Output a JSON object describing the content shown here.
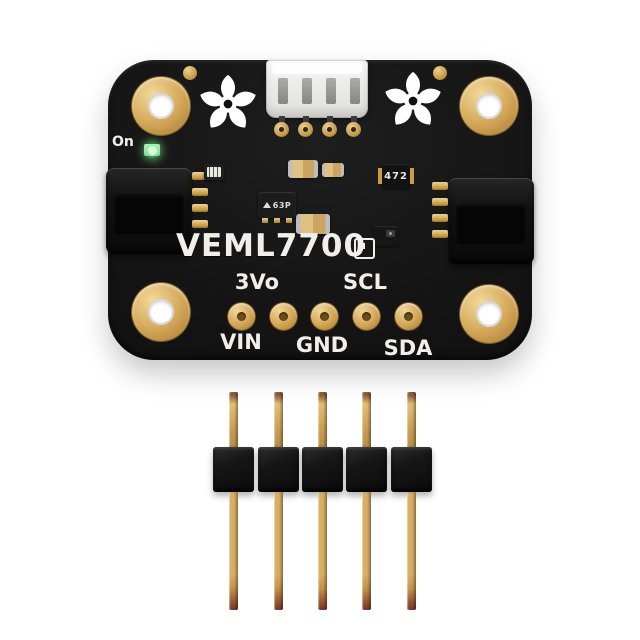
{
  "scene": {
    "description": "Photo of a VEML7700 sensor breakout board with a 5-pin male header strip below"
  },
  "board": {
    "title": "VEML7700",
    "on_label": "On",
    "pin_labels_top": [
      "3Vo",
      "SCL"
    ],
    "pin_labels_bottom": [
      "VIN",
      "GND",
      "SDA"
    ],
    "markings": {
      "resistor": "472",
      "regulator": "63P"
    },
    "colors": {
      "pcb": "#141414",
      "gold": "#d2a556",
      "silkscreen": "#f0efe9",
      "led": "#8cff9a"
    }
  },
  "header_strip": {
    "pin_count": 5
  }
}
